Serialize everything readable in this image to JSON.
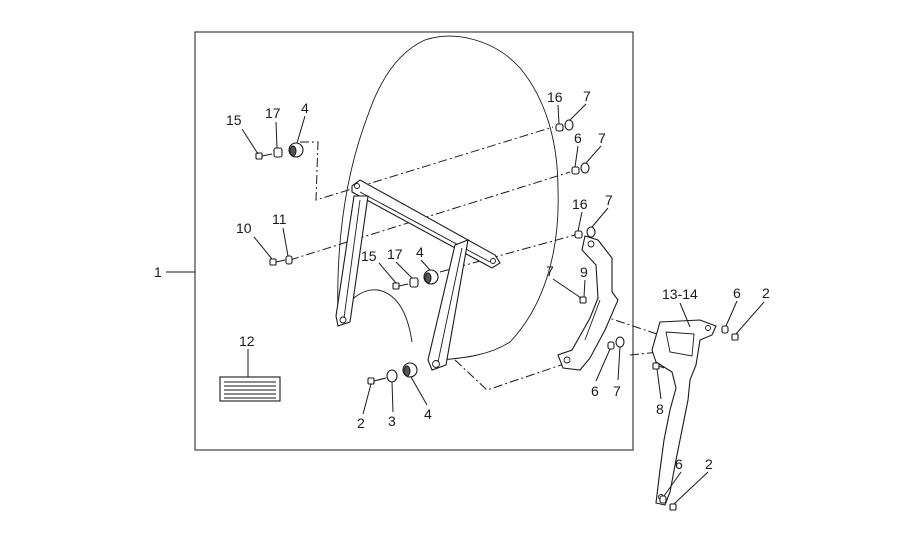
{
  "callouts": {
    "c1": "1",
    "c15a": "15",
    "c17a": "17",
    "c4a": "4",
    "c10": "10",
    "c11": "11",
    "c15b": "15",
    "c17b": "17",
    "c4b": "4",
    "c12": "12",
    "c2a": "2",
    "c3": "3",
    "c4c": "4",
    "c16a": "16",
    "c7a": "7",
    "c6a": "6",
    "c7b": "7",
    "c16b": "16",
    "c7c": "7",
    "c7d": "7",
    "c9": "9",
    "c6b": "6",
    "c7e": "7",
    "c8": "8",
    "c1314": "13-14",
    "c6c": "6",
    "c2b": "2",
    "c6d": "6",
    "c2c": "2"
  }
}
